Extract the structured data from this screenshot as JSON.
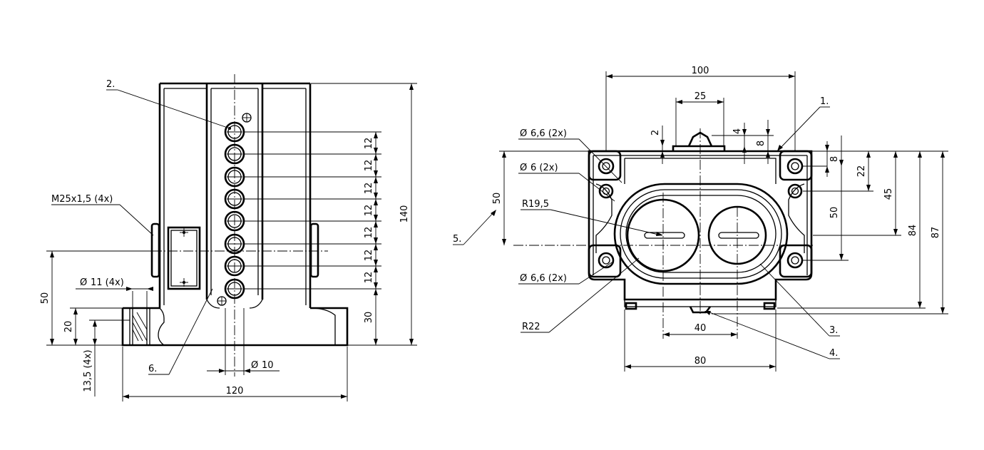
{
  "left_view": {
    "callouts": {
      "item2": "2.",
      "item6": "6."
    },
    "thread_label": "M25x1,5 (4x)",
    "hole_diameter": "11 (4x)",
    "pitch_labels": [
      "12",
      "12",
      "12",
      "12",
      "12",
      "12",
      "12"
    ],
    "dim_30": "30",
    "dim_140": "140",
    "dim_50": "50",
    "dim_20": "20",
    "dim_13_5": "13,5 (4x)",
    "dim_phi10": "10",
    "dim_120": "120"
  },
  "right_view": {
    "callouts": {
      "item1": "1.",
      "item3": "3.",
      "item4": "4.",
      "item5": "5."
    },
    "dim_100": "100",
    "dim_25": "25",
    "dim_2": "2",
    "dim_4": "4",
    "dim_8_top": "8",
    "hole_top": "6,6 (2x)",
    "hole_mid": "6 (2x)",
    "hole_bottom": "6,6 (2x)",
    "radius_inner": "R19,5",
    "radius_outer": "R22",
    "dim_50_left": "50",
    "dim_8_right": "8",
    "dim_22": "22",
    "dim_50_right": "50",
    "dim_45": "45",
    "dim_84": "84",
    "dim_87": "87",
    "dim_40": "40",
    "dim_80": "80"
  },
  "symbols": {
    "diameter": "Ø"
  }
}
